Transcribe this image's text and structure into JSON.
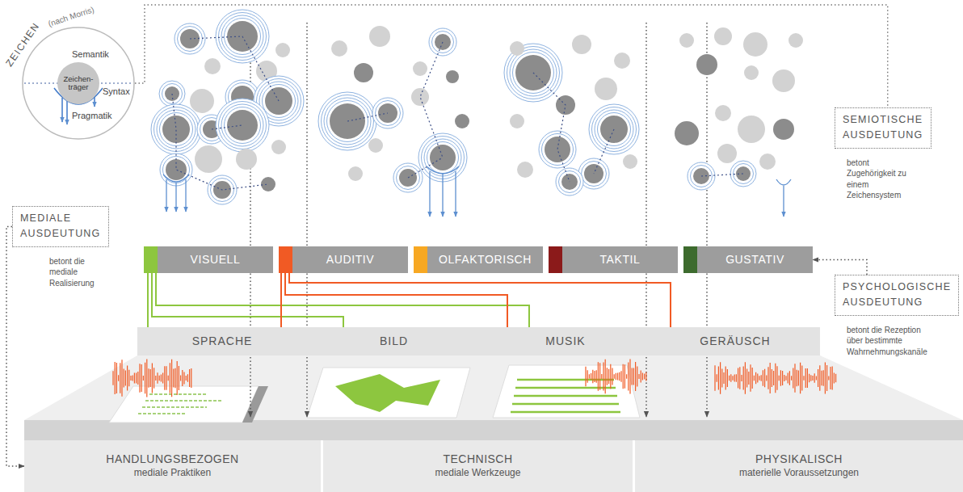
{
  "diagram": {
    "nodes": [
      {
        "text": [
          "ZEICHEN",
          "(nach Morris)",
          "Semantik",
          "Syntax",
          "Pragmatik"
        ]
      },
      {
        "text": [
          "Zeichen- träger"
        ],
        "in": 0
      },
      {
        "text": [
          "SEMIOTISCHE AUSDEUTUNG",
          "betont Zugehörigkeit zu einem Zeichensystem"
        ]
      },
      {
        "text": [
          "MEDIALE AUSDEUTUNG",
          "betont die mediale Realisierung"
        ]
      },
      {
        "text": [
          "VISUELL"
        ]
      },
      {
        "text": [
          "AUDITIV"
        ]
      },
      {
        "text": [
          "OLFAKTORISCH"
        ]
      },
      {
        "text": [
          "TAKTIL"
        ]
      },
      {
        "text": [
          "GUSTATIV"
        ]
      },
      {
        "text": [
          "PSYCHOLOGISCHE AUSDEUTUNG",
          "betont die Rezeption über bestimmte Wahrnehmungskanäle"
        ]
      },
      {
        "text": [
          "SPRACHE"
        ]
      },
      {
        "text": [
          "BILD"
        ]
      },
      {
        "text": [
          "MUSIK"
        ]
      },
      {
        "text": [
          "GERÄUSCH"
        ]
      },
      {
        "text": [
          "HANDLUNGSBEZOGEN",
          "mediale Praktiken"
        ]
      },
      {
        "text": [
          "TECHNISCH",
          "mediale Werkzeuge"
        ]
      },
      {
        "text": [
          "PHYSIKALISCH",
          "materielle Voraussetzungen"
        ]
      }
    ],
    "edges": [
      {
        "from": 0,
        "to": 2,
        "arrow": "none"
      },
      {
        "from": 9,
        "to": 8,
        "arrow": "to"
      },
      {
        "from": 3,
        "to": 14,
        "arrow": "to"
      },
      {
        "from": 4,
        "to": 10,
        "arrow": "none"
      },
      {
        "from": 4,
        "to": 11,
        "arrow": "none"
      },
      {
        "from": 4,
        "to": 12,
        "arrow": "none"
      },
      {
        "from": 5,
        "to": 10,
        "arrow": "none"
      },
      {
        "from": 5,
        "to": 12,
        "arrow": "none"
      },
      {
        "from": 5,
        "to": 13,
        "arrow": "none"
      }
    ]
  }
}
